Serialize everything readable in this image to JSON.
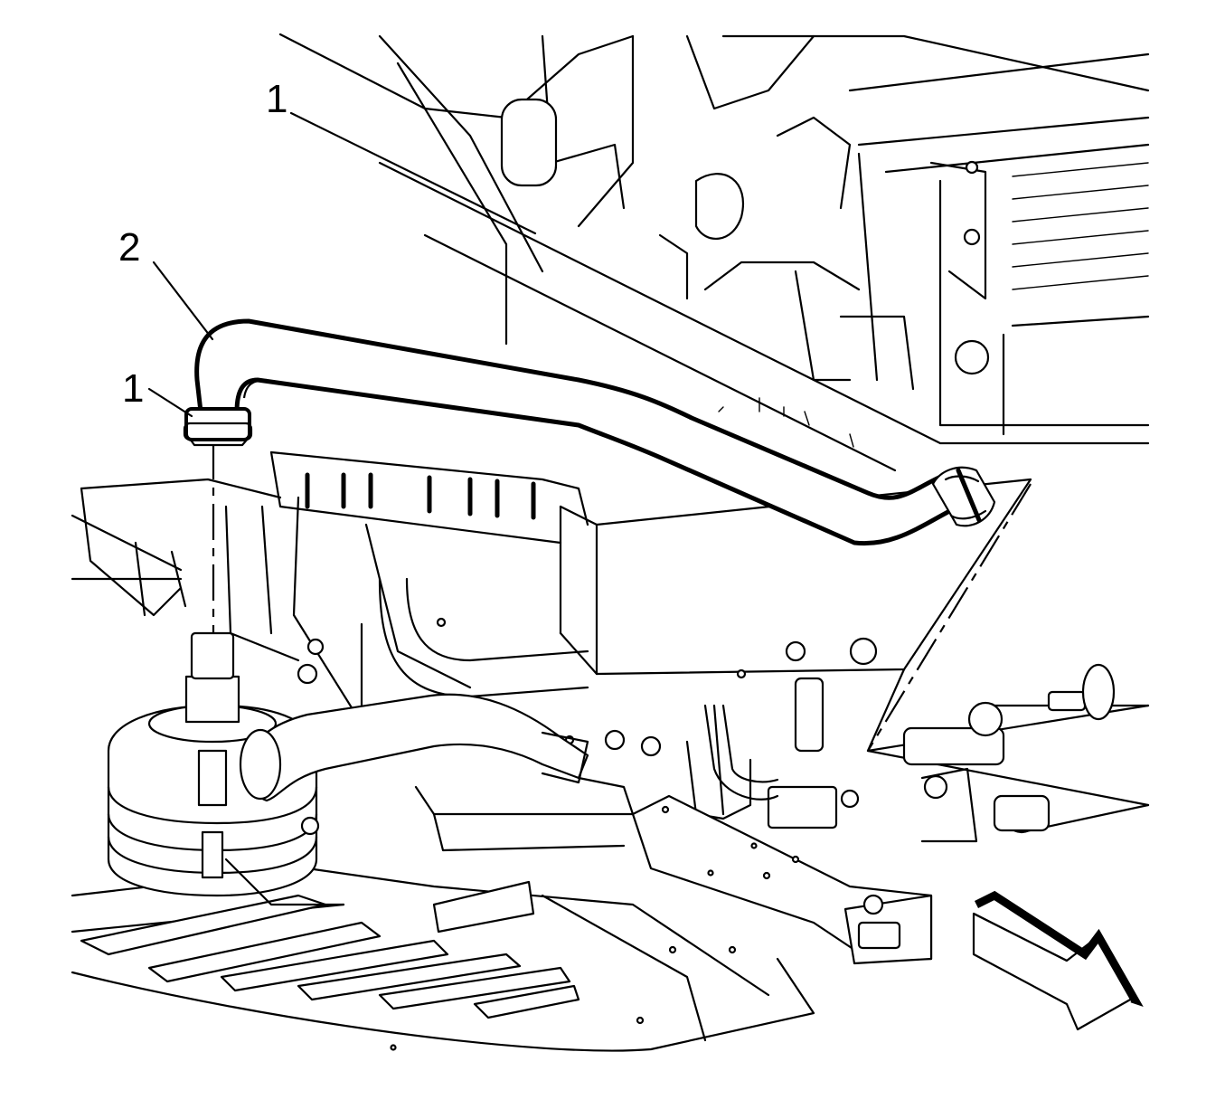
{
  "callouts": {
    "upper_clamp": "1",
    "hose": "2",
    "lower_clamp": "1"
  },
  "icons": {
    "direction_arrow": "front-direction-arrow-icon"
  },
  "colors": {
    "line": "#000000",
    "background": "#ffffff"
  }
}
